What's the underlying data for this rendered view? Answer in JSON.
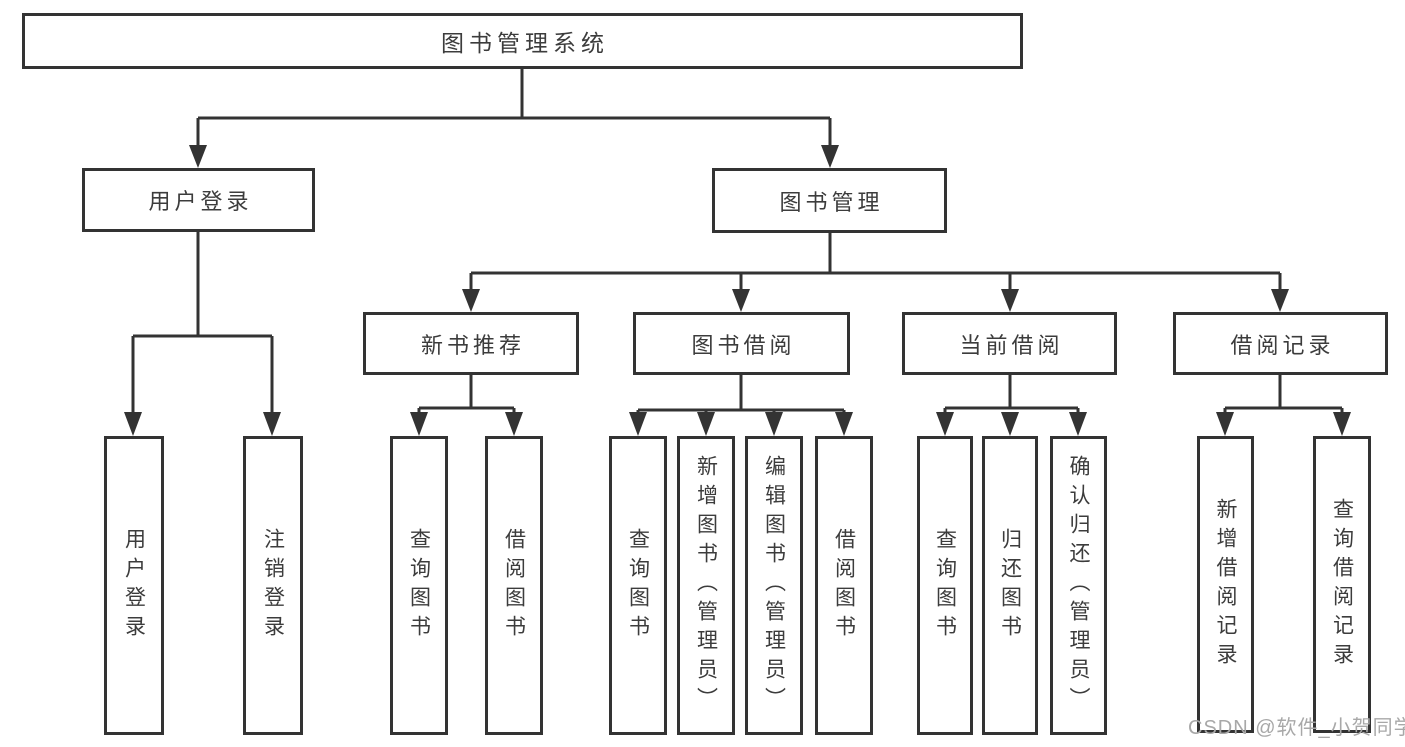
{
  "tree": {
    "root": {
      "label": "图书管理系统",
      "children": [
        {
          "label": "用户登录",
          "children": [
            {
              "label": "用户登录"
            },
            {
              "label": "注销登录"
            }
          ]
        },
        {
          "label": "图书管理",
          "children": [
            {
              "label": "新书推荐",
              "children": [
                {
                  "label": "查询图书"
                },
                {
                  "label": "借阅图书"
                }
              ]
            },
            {
              "label": "图书借阅",
              "children": [
                {
                  "label": "查询图书"
                },
                {
                  "label": "新增图书（管理员）"
                },
                {
                  "label": "编辑图书（管理员）"
                },
                {
                  "label": "借阅图书"
                }
              ]
            },
            {
              "label": "当前借阅",
              "children": [
                {
                  "label": "查询图书"
                },
                {
                  "label": "归还图书"
                },
                {
                  "label": "确认归还（管理员）"
                }
              ]
            },
            {
              "label": "借阅记录",
              "children": [
                {
                  "label": "新增借阅记录"
                },
                {
                  "label": "查询借阅记录"
                }
              ]
            }
          ]
        }
      ]
    }
  },
  "watermark": {
    "text": "CSDN @软件_小贺同学"
  },
  "colors": {
    "line": "#333333",
    "text": "#3c3c3c",
    "watermark": "#a8a8a8",
    "background": "#ffffff"
  }
}
